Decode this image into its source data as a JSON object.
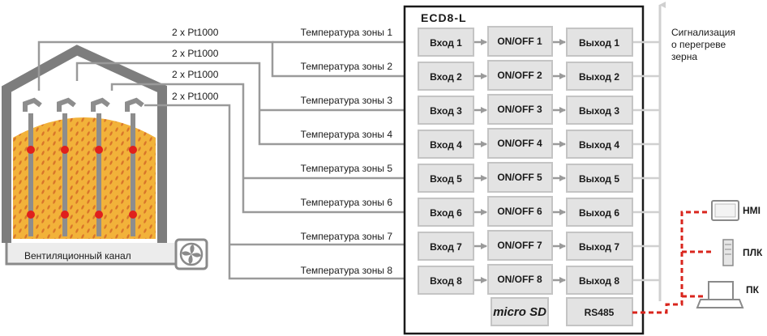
{
  "controller": {
    "title": "ECD8-L",
    "inputs": [
      "Вход 1",
      "Вход 2",
      "Вход 3",
      "Вход 4",
      "Вход 5",
      "Вход 6",
      "Вход 7",
      "Вход 8"
    ],
    "logic": [
      "ON/OFF 1",
      "ON/OFF 2",
      "ON/OFF 3",
      "ON/OFF 4",
      "ON/OFF 5",
      "ON/OFF 6",
      "ON/OFF 7",
      "ON/OFF 8"
    ],
    "outputs": [
      "Выход 1",
      "Выход 2",
      "Выход 3",
      "Выход 4",
      "Выход 5",
      "Выход 6",
      "Выход 7",
      "Выход 8"
    ],
    "sd_logo": "micro SD",
    "rs485": "RS485"
  },
  "zones": [
    "Температура зоны 1",
    "Температура зоны 2",
    "Температура  зоны 3",
    "Температура зоны 4",
    "Температура зоны 5",
    "Температура зоны 6",
    "Температура зоны 7",
    "Температура зоны 8"
  ],
  "sensors": [
    "2 x Pt1000",
    "2 x Pt1000",
    "2 x Pt1000",
    "2 x Pt1000"
  ],
  "alarm": [
    "Сигнализация",
    "о перегреве",
    "зерна"
  ],
  "silo": {
    "vent_label": "Вентиляционный канал"
  },
  "devices": {
    "hmi": "HMI",
    "plc": "ПЛК",
    "pc": "ПК"
  },
  "colors": {
    "wire": "#9a9a9a",
    "box": "#e3e3e3",
    "sensor_dot": "#e0201c",
    "grain": "#f2b23a",
    "network": "#d9251d"
  }
}
